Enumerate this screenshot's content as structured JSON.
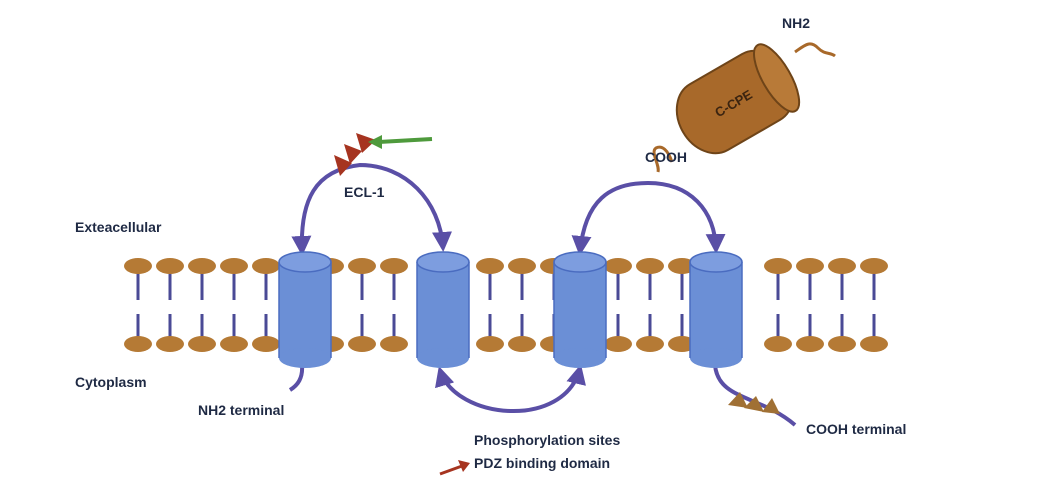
{
  "labels": {
    "extracellular": "Exteacellular",
    "cytoplasm": "Cytoplasm",
    "ecl1": "ECL-1",
    "nh2_terminal": "NH2 terminal",
    "cooh_terminal": "COOH terminal",
    "phosphorylation": "Phosphorylation sites",
    "pdz": "PDZ binding domain",
    "cpe_nh2": "NH2",
    "cpe_cooh": "COOH",
    "cpe_name": "C-CPE"
  },
  "colors": {
    "lipid_head": "#b57a35",
    "lipid_tail": "#4a4a96",
    "helix_fill": "#6b8fd6",
    "helix_stroke": "#4a6cc0",
    "loop": "#5a4fa6",
    "cpe_fill": "#a8692a",
    "ecl_marker": "#a63420",
    "pointer_green": "#4e9a3c",
    "pdz_arrow": "#a63420",
    "phospho_marker": "#a07034"
  },
  "icons": {
    "ecl_markers": "triangle-icon",
    "phospho_markers": "triangle-icon",
    "pointer": "arrow-left-icon",
    "pdz_legend": "arrow-right-icon"
  }
}
